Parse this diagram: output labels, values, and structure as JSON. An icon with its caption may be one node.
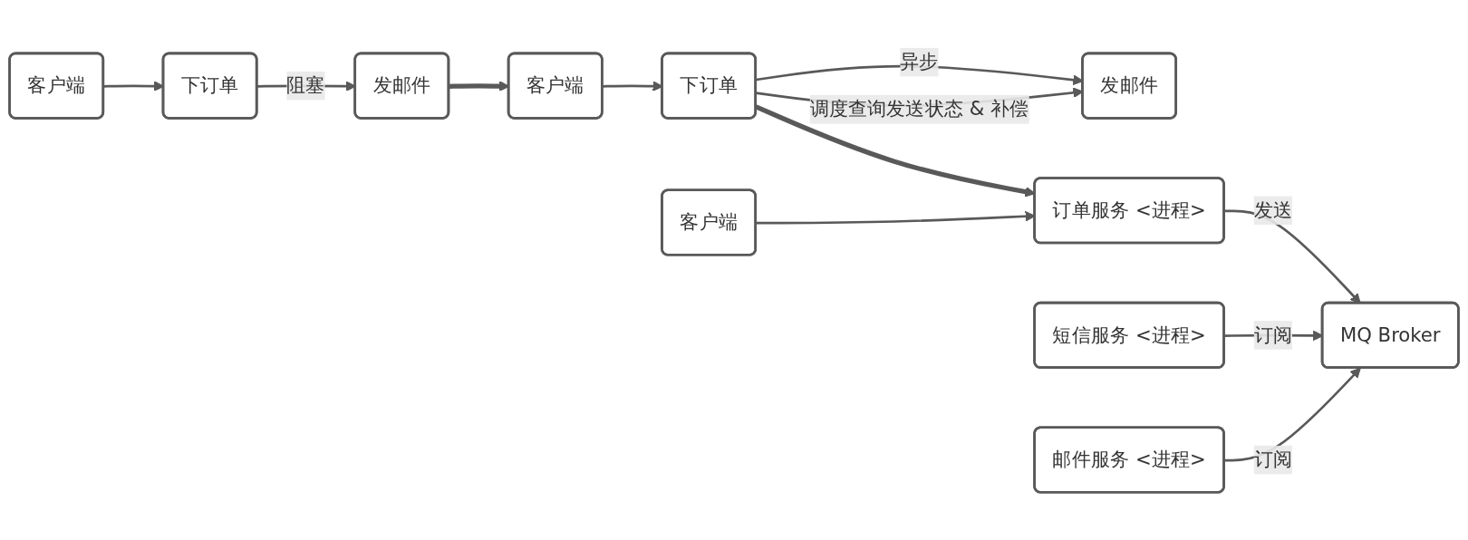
{
  "diagram": {
    "nodes": [
      {
        "text": [
          "客户端"
        ]
      },
      {
        "text": [
          "下订单"
        ]
      },
      {
        "text": [
          "发邮件"
        ]
      },
      {
        "text": [
          "客户端"
        ]
      },
      {
        "text": [
          "下订单"
        ]
      },
      {
        "text": [
          "发邮件"
        ]
      },
      {
        "text": [
          "短信服务 <进程>"
        ]
      },
      {
        "text": [
          "客户端"
        ]
      },
      {
        "text": [
          "订单服务 <进程>"
        ]
      },
      {
        "text": [
          "MQ Broker"
        ]
      },
      {
        "text": [
          "邮件服务 <进程>"
        ]
      }
    ],
    "edges": [
      {
        "from": 0,
        "to": 1,
        "arrow": "to"
      },
      {
        "from": 1,
        "to": 2,
        "arrow": "to",
        "label": "阻塞"
      },
      {
        "from": 2,
        "to": 3,
        "arrow": "to",
        "style": "thick"
      },
      {
        "from": 3,
        "to": 4,
        "arrow": "to"
      },
      {
        "from": 4,
        "to": 5,
        "arrow": "to",
        "label": "异步"
      },
      {
        "from": 4,
        "to": 5,
        "arrow": "to",
        "label": "调度查询发送状态 & 补偿"
      },
      {
        "from": 4,
        "to": 8,
        "arrow": "to",
        "style": "thick"
      },
      {
        "from": 7,
        "to": 8,
        "arrow": "to"
      },
      {
        "from": 8,
        "to": 9,
        "arrow": "to",
        "label": "发送"
      },
      {
        "from": 6,
        "to": 9,
        "arrow": "to",
        "label": "订阅"
      },
      {
        "from": 10,
        "to": 9,
        "arrow": "to",
        "label": "订阅"
      }
    ]
  }
}
